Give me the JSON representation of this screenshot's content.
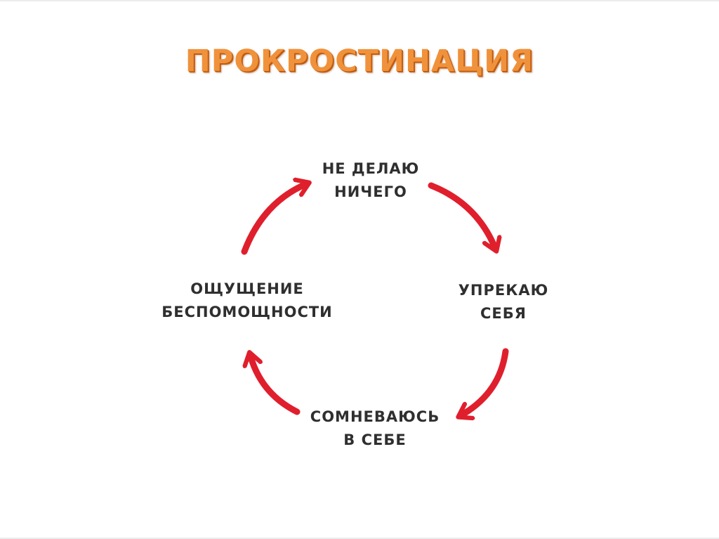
{
  "slide": {
    "title": "ПРОКРОСТИНАЦИЯ"
  },
  "cycle": {
    "nodes": [
      {
        "id": "top",
        "line1": "НЕ ДЕЛАЮ",
        "line2": "НИЧЕГО"
      },
      {
        "id": "right",
        "line1": "УПРЕКАЮ",
        "line2": "СЕБЯ"
      },
      {
        "id": "bottom",
        "line1": "СОМНЕВАЮСЬ",
        "line2": "В СЕБЕ"
      },
      {
        "id": "left",
        "line1": "ОЩУЩЕНИЕ",
        "line2": "БЕСПОМОЩНОСТИ"
      }
    ],
    "arrow_color": "#e01f2d",
    "direction": "clockwise"
  }
}
